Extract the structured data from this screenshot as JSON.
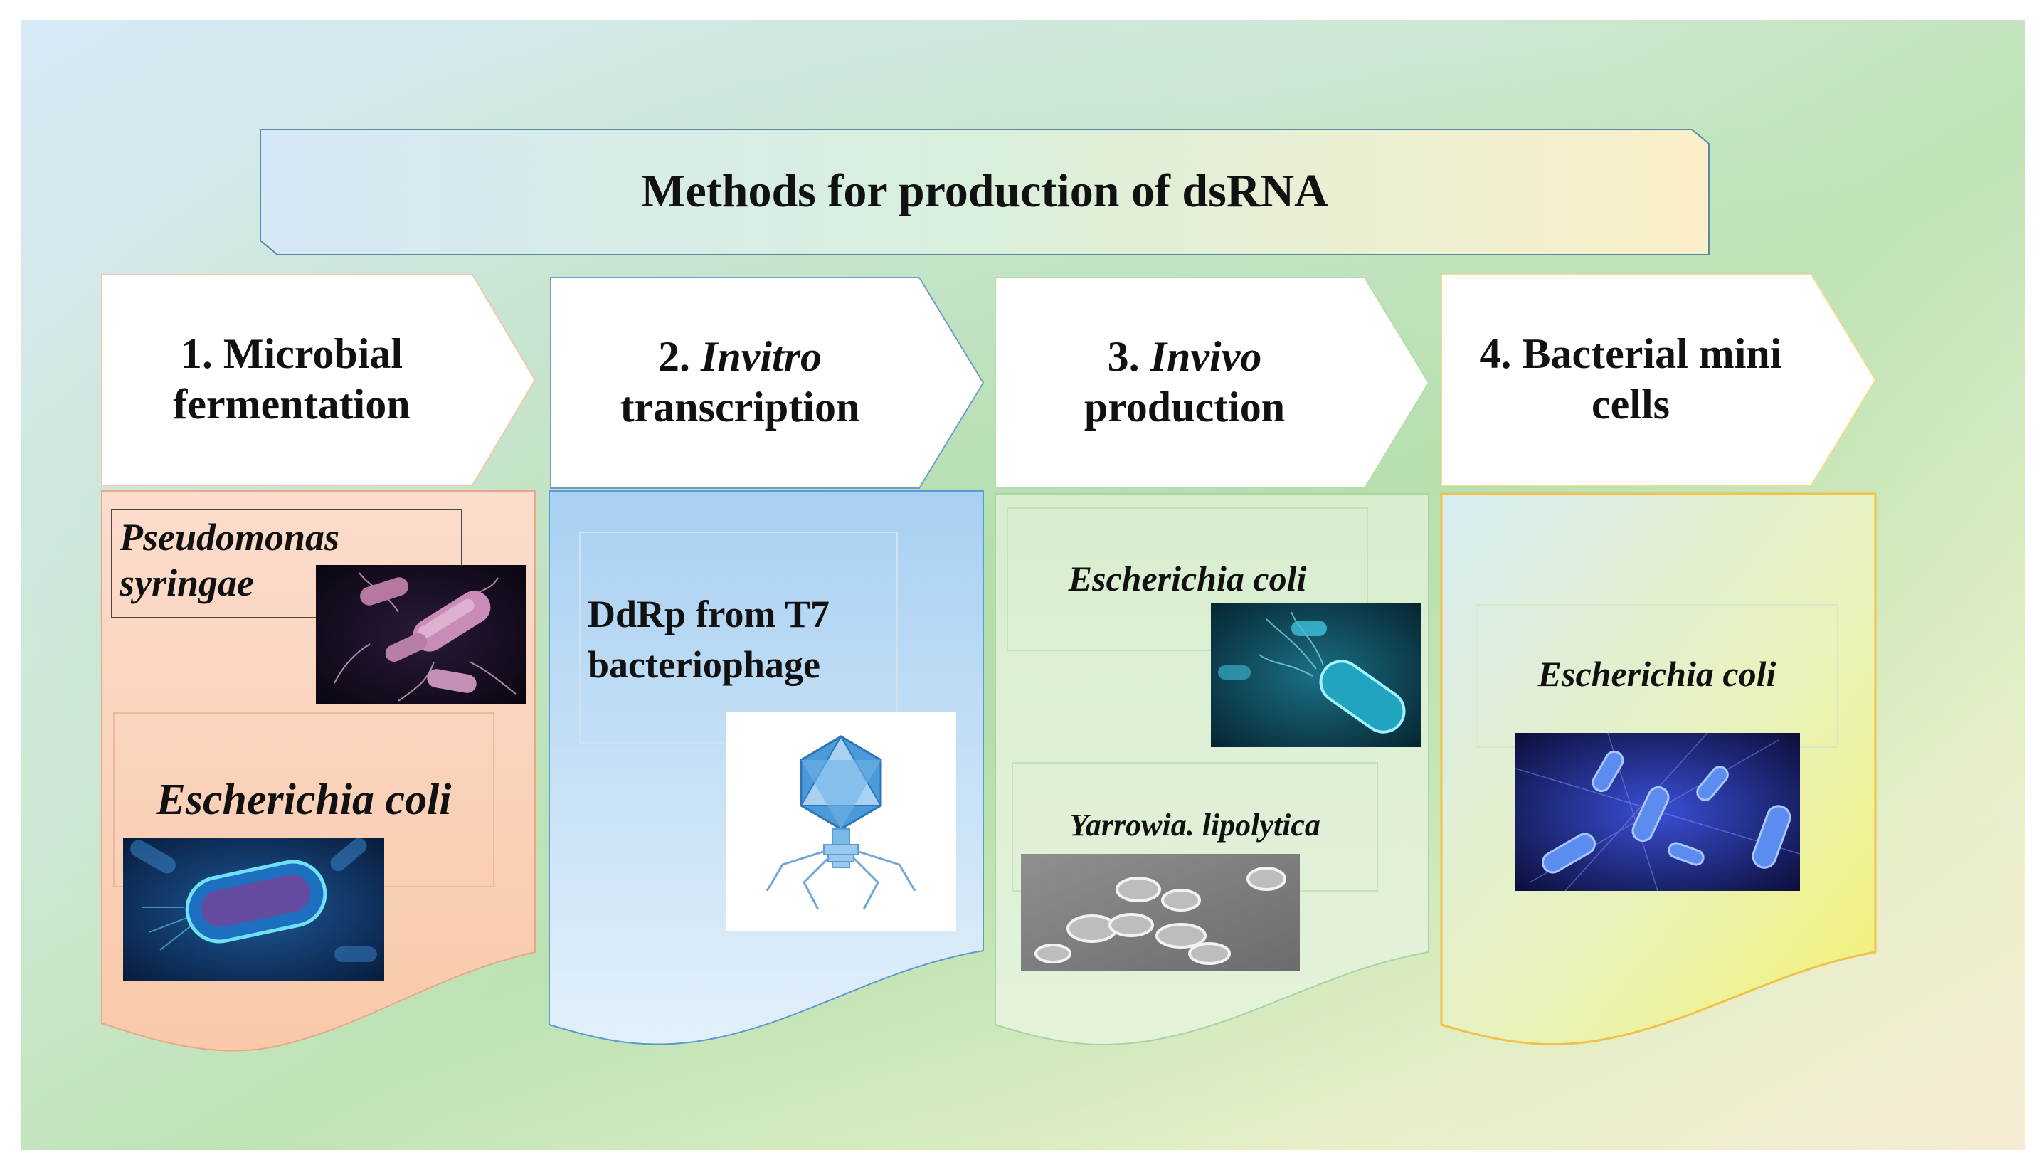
{
  "title": "Methods for production of dsRNA",
  "steps": [
    {
      "number": "1.",
      "label": "Microbial",
      "label2": "fermentation"
    },
    {
      "number": "2.",
      "label": "Invitro",
      "label2": "transcription"
    },
    {
      "number": "3.",
      "label": "Invivo",
      "label2": "production"
    },
    {
      "number": "4.",
      "label": "Bacterial mini",
      "label2": "cells"
    }
  ],
  "panels": [
    {
      "organisms": [
        {
          "name_line1": "Pseudomonas",
          "name_line2": "syringae",
          "image_icon": "bacteria-microscopy-image"
        },
        {
          "name": "Escherichia coli",
          "image_icon": "bacteria-microscopy-image"
        }
      ]
    },
    {
      "enzyme_line1": "DdRp from T7",
      "enzyme_line2": "bacteriophage",
      "image_icon": "bacteriophage-icon"
    },
    {
      "organisms": [
        {
          "name": "Escherichia coli",
          "image_icon": "bacteria-microscopy-image"
        },
        {
          "name": "Yarrowia. lipolytica",
          "image_icon": "yeast-microscopy-image"
        }
      ]
    },
    {
      "organisms": [
        {
          "name": "Escherichia coli",
          "image_icon": "bacteria-microscopy-image"
        }
      ]
    }
  ],
  "colors": {
    "panel1": "#fbd3bc",
    "panel2": "#b6d9f5",
    "panel3": "#dcefd2",
    "panel4": "#f4f08a",
    "panel4_border": "#f0c24a",
    "title_box_border": "#5a8aa6"
  }
}
